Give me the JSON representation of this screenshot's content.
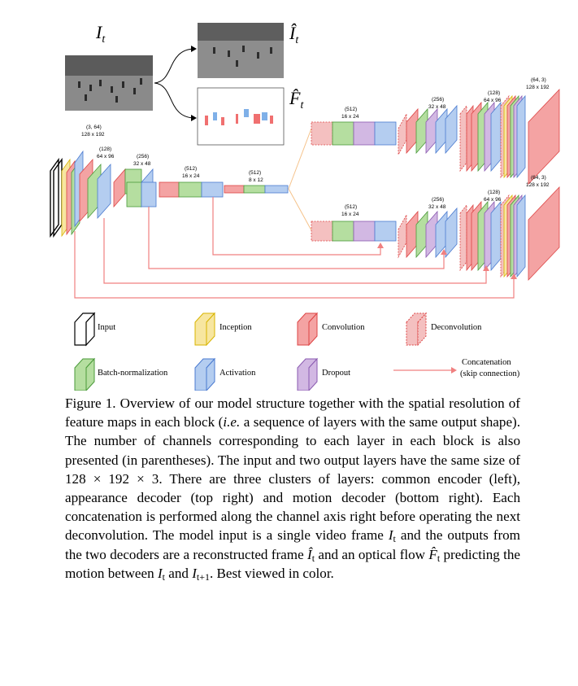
{
  "figure": {
    "input_symbol": "I",
    "input_sub": "t",
    "out_frame_symbol": "Î",
    "out_frame_sub": "t",
    "out_flow_symbol": "F̂",
    "out_flow_sub": "t"
  },
  "encoder": {
    "blocks": [
      {
        "channels": "(3, 64)",
        "size": "128 x 192"
      },
      {
        "channels": "(128)",
        "size": "64 x 96"
      },
      {
        "channels": "(256)",
        "size": "32 x 48"
      },
      {
        "channels": "(512)",
        "size": "16 x 24"
      },
      {
        "channels": "(512)",
        "size": "8 x 12"
      }
    ]
  },
  "appearance_decoder": {
    "blocks": [
      {
        "channels": "(512)",
        "size": "16 x 24"
      },
      {
        "channels": "(256)",
        "size": "32 x 48"
      },
      {
        "channels": "(128)",
        "size": "64 x 96"
      },
      {
        "channels": "(64, 3)",
        "size": "128 x 192"
      }
    ]
  },
  "motion_decoder": {
    "blocks": [
      {
        "channels": "(512)",
        "size": "16 x 24"
      },
      {
        "channels": "(256)",
        "size": "32 x 48"
      },
      {
        "channels": "(128)",
        "size": "64 x 96"
      },
      {
        "channels": "(64, 3)",
        "size": "128 x 192"
      }
    ]
  },
  "legend": {
    "input": "Input",
    "inception": "Inception",
    "convolution": "Convolution",
    "deconvolution": "Deconvolution",
    "batchnorm": "Batch-normalization",
    "activation": "Activation",
    "dropout": "Dropout",
    "concat_line1": "Concatenation",
    "concat_line2": "(skip connection)"
  },
  "colors": {
    "convolution": "#f4a3a3",
    "batchnorm": "#b5dea0",
    "activation": "#b4cdf0",
    "dropout": "#d2b8e3",
    "inception": "#f7e6a0",
    "skip": "#f08080",
    "orange_link": "#f5c28a"
  },
  "caption": {
    "p1": "Figure 1. Overview of our model structure together with the spatial resolution of feature maps in each block (",
    "ie": "i.e.",
    "p2": " a sequence of layers with the same output shape). The number of channels corresponding to each layer in each block is also presented (in parentheses). The input and two output layers have the same size of ",
    "size": "128 × 192 × 3",
    "p3": ". There are three clusters of layers: common encoder (left), appearance decoder (top right) and motion decoder (bottom right). Each concatenation is performed along the channel axis right before operating the next deconvolution. The model input is a single video frame ",
    "frame_I": "I",
    "frame_t": "t",
    "p4": " and the outputs from the two decoders are a reconstructed frame ",
    "rec_I": "Î",
    "rec_t": "t",
    "p5": " and an optical flow ",
    "flow_F": "F̂",
    "flow_t": "t",
    "p6": " predicting the motion between ",
    "m1_I": "I",
    "m1_t": "t",
    "p7": " and ",
    "m2_I": "I",
    "m2_t": "t+1",
    "p8": ". Best viewed in color."
  }
}
